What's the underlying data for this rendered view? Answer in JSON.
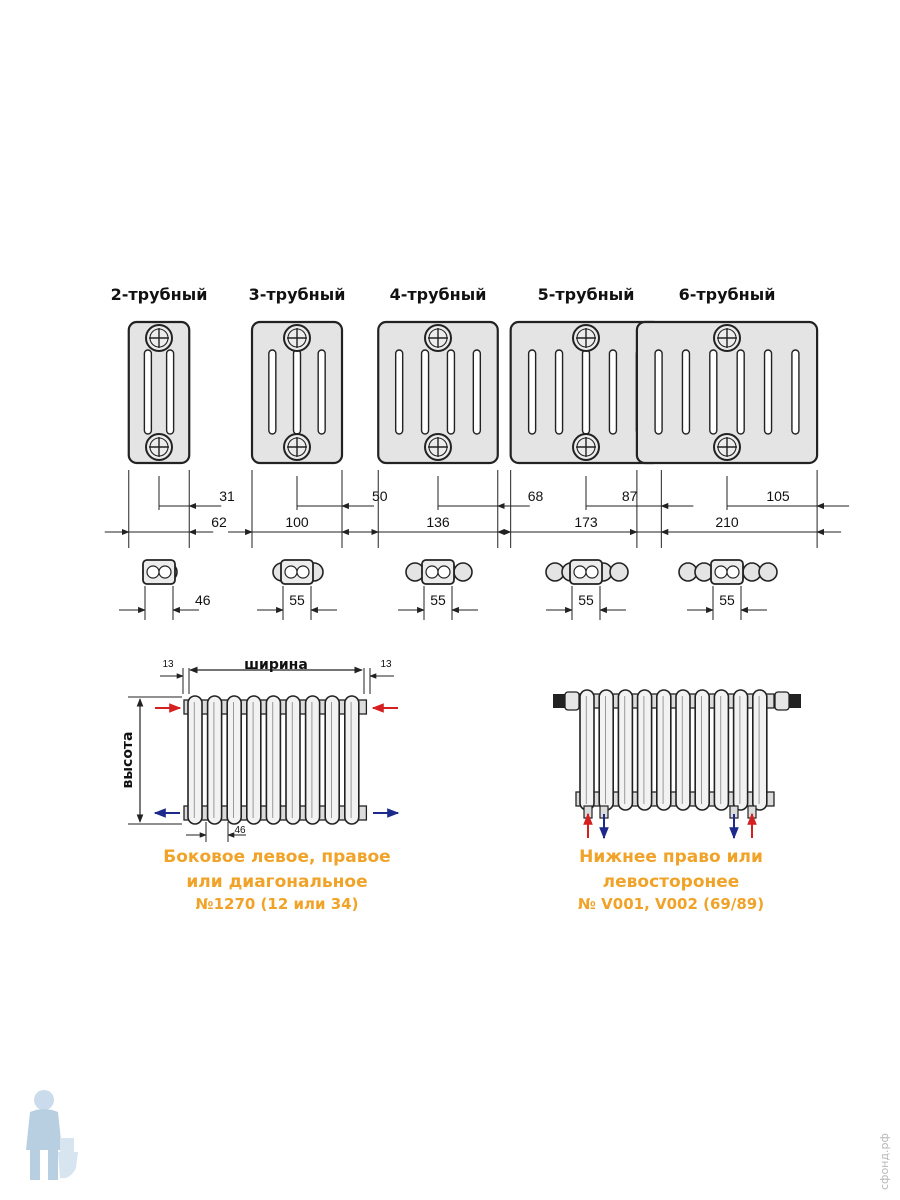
{
  "types": [
    {
      "title": "2-трубный",
      "tubes": 2,
      "half_depth": "31",
      "depth": "62",
      "spacing": "46"
    },
    {
      "title": "3-трубный",
      "tubes": 3,
      "half_depth": "50",
      "depth": "100",
      "spacing": "55"
    },
    {
      "title": "4-трубный",
      "tubes": 4,
      "half_depth": "68",
      "depth": "136",
      "spacing": "55"
    },
    {
      "title": "5-трубный",
      "tubes": 5,
      "half_depth": "87",
      "depth": "173",
      "spacing": "55"
    },
    {
      "title": "6-трубный",
      "tubes": 6,
      "half_depth": "105",
      "depth": "210",
      "spacing": "55"
    }
  ],
  "side": {
    "width_label": "ширина",
    "height_label": "высота",
    "margin_left": "13",
    "margin_right": "13",
    "section_pitch": "46",
    "caption_line1": "Боковое левое, правое",
    "caption_line2": "или диагональное",
    "caption_line3": "№1270 (12 или 34)"
  },
  "bottom": {
    "caption_line1": "Нижнее право или",
    "caption_line2": "левосторонее",
    "caption_line3": "№ V001, V002 (69/89)"
  },
  "watermark": "сфонд.рф",
  "colors": {
    "accent": "#f0a328",
    "supply": "#d42020",
    "return": "#1c2a8c",
    "line": "#222222"
  }
}
